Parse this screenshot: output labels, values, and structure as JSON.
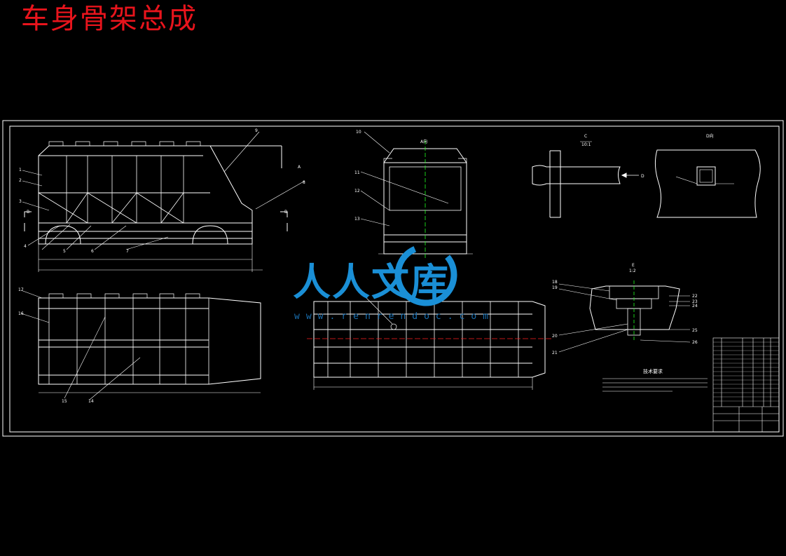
{
  "title": "车身骨架总成",
  "watermark": {
    "brand": "人人文库",
    "url": "www.renrendoc.com",
    "color": "#1a8fd6"
  },
  "colors": {
    "background": "#000000",
    "lines": "#ffffff",
    "title": "#e8141c",
    "centerline_red": "#ff2020",
    "centerline_green": "#20ff20"
  },
  "side_view": {
    "callouts": [
      "1",
      "2",
      "3",
      "4",
      "5",
      "6",
      "7",
      "8",
      "9"
    ],
    "view_marks": [
      "A",
      "B",
      "B"
    ]
  },
  "front_view": {
    "label": "A向",
    "callouts": [
      "10",
      "11",
      "12",
      "13"
    ]
  },
  "plan_view": {
    "callouts": [
      "14",
      "15",
      "16",
      "17"
    ]
  },
  "detail_c": {
    "label": "C",
    "scale": "10:1",
    "arrow": "D"
  },
  "detail_d": {
    "label": "D向"
  },
  "detail_e": {
    "label": "E",
    "scale": "1:2",
    "callouts": [
      "18",
      "19",
      "20",
      "21",
      "22",
      "23",
      "24",
      "25",
      "26"
    ]
  },
  "technical_requirements": {
    "heading": "技术要求"
  }
}
